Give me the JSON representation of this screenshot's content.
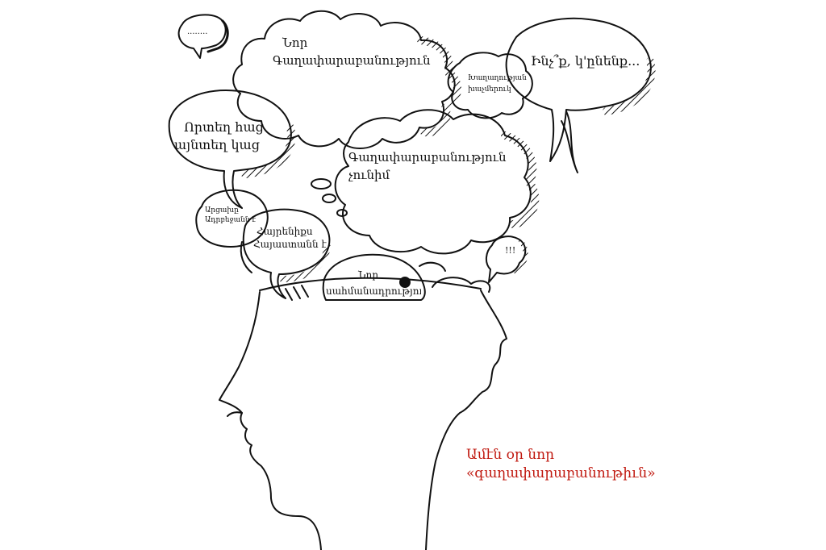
{
  "bubbles": {
    "dots": "........",
    "new_ideology_line1": "Նոր",
    "new_ideology_line2": "Գաղափարաբանություն",
    "orientation_line1": "Խաղաղության",
    "orientation_line2": "խաչմերուկ",
    "what_can_be": "Ինչ՞ք, կ'ընենք...",
    "where_line1": "Որտեղ հաց",
    "where_line2": "այնտեղ կաց",
    "no_ideology_line1": "Գաղափարաբանություն",
    "no_ideology_line2": "չունիմ",
    "artsakh_line1": "Արցախը",
    "artsakh_line2": "Ադրբեջանն է",
    "homeland_line1": "Հայրենիքս",
    "homeland_line2": "Հայաստանն է",
    "exclaim": "!!!",
    "new_constitution_line1": "Նոր",
    "new_constitution_line2": "սահմանադրություն"
  },
  "caption": {
    "line1": "Ամէն օր նոր",
    "line2": "«գաղափարաբանութիւն»",
    "color": "#c0180f"
  },
  "colors": {
    "ink": "#111111",
    "background": "#ffffff"
  }
}
